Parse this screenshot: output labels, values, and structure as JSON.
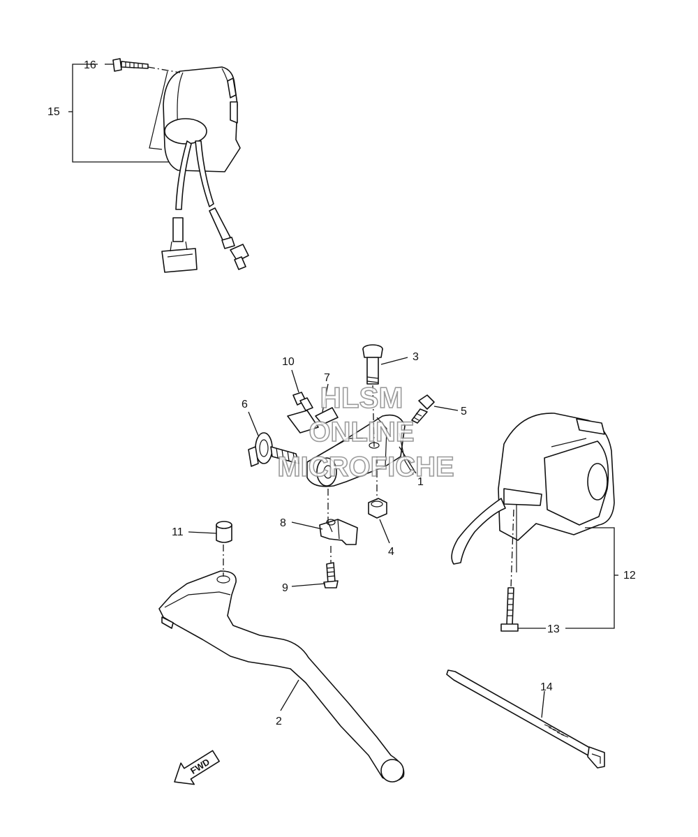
{
  "callouts": {
    "c1": "1",
    "c2": "2",
    "c3": "3",
    "c4": "4",
    "c5": "5",
    "c6": "6",
    "c7": "7",
    "c8": "8",
    "c9": "9",
    "c10": "10",
    "c11": "11",
    "c12": "12",
    "c13": "13",
    "c14": "14",
    "c15": "15",
    "c16": "16"
  },
  "direction_arrow": "FWD",
  "watermark": {
    "line1": "HLSM",
    "line2": "ONLINE",
    "line3": "MICROFICHE"
  }
}
